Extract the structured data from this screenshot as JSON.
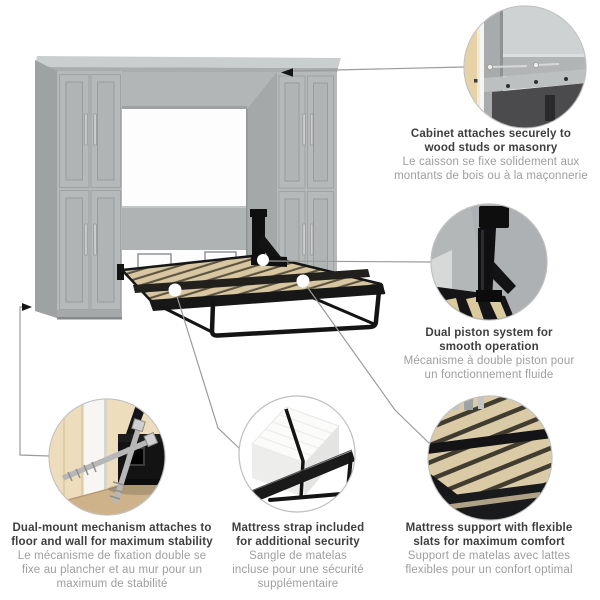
{
  "figure": "wall-bed-feature-diagram",
  "callouts": [
    {
      "id": "cabinet-attachment",
      "en": "Cabinet attaches securely to\nwood studs or masonry",
      "fr": "Le caisson se fixe solidement aux\nmontants de bois ou à la maçonnerie"
    },
    {
      "id": "dual-piston",
      "en": "Dual piston system for\nsmooth operation",
      "fr": "Mécanisme à double piston pour\nun fonctionnement fluide"
    },
    {
      "id": "dual-mount",
      "en": "Dual-mount mechanism attaches to\nfloor and wall for maximum stability",
      "fr": "Le mécanisme de fixation double se\nfixe au plancher et au mur pour un\nmaximum de stabilité"
    },
    {
      "id": "mattress-strap",
      "en": "Mattress strap included\nfor additional security",
      "fr": "Sangle de matelas\nincluse pour une sécurité\nsupplémentaire"
    },
    {
      "id": "mattress-support",
      "en": "Mattress support with flexible\nslats for maximum comfort",
      "fr": "Support de matelas avec lattes\nflexibles pour un confort optimal"
    }
  ],
  "colors": {
    "cabinet_front": "#b6b9ba",
    "cabinet_side": "#9ea2a3",
    "cabinet_top": "#cbcecf",
    "slat_beige": "#d8c7a1",
    "frame_black": "#161616",
    "plywood": "#e6d2a6",
    "heading_text": "#3e3e3e",
    "subtext": "#9e9e9e",
    "callout_line": "#9b9b9b",
    "circle_border": "#bebebe"
  }
}
